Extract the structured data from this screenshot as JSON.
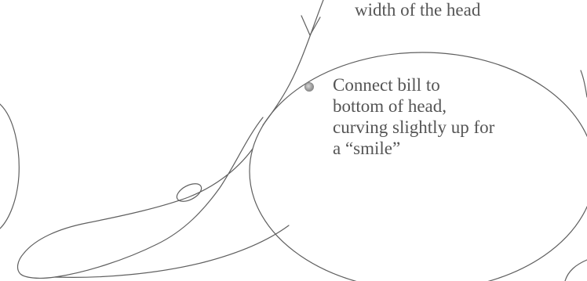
{
  "caption_top": "width of the head",
  "bullet": {
    "lines": [
      "Connect bill to",
      "bottom of head,",
      "curving slightly up for",
      "a “smile”"
    ]
  },
  "colors": {
    "stroke": "#5f5f5f",
    "text": "#555555",
    "background": "#ffffff"
  },
  "icons": {
    "bullet": "round-bullet-icon",
    "arrow": "arrow-down-icon"
  }
}
